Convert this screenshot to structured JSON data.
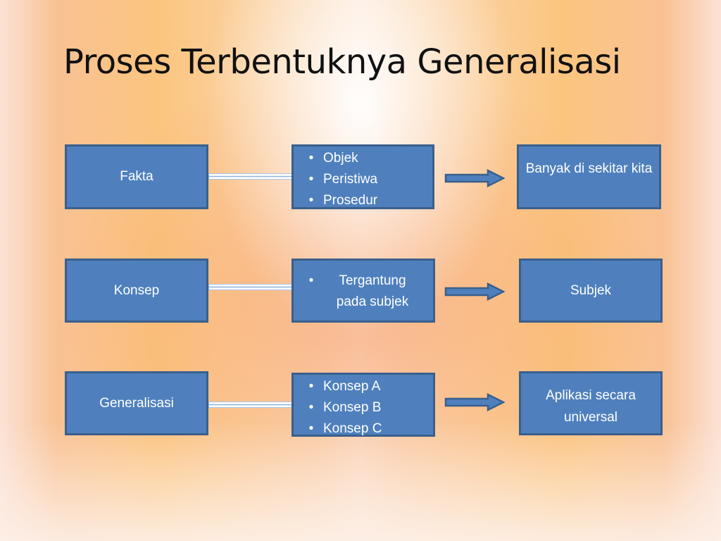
{
  "title": "Proses Terbentuknya Generalisasi",
  "rows": [
    {
      "source": "Fakta",
      "items": [
        "Objek",
        "Peristiwa",
        "Prosedur"
      ],
      "target": "Banyak di sekitar kita"
    },
    {
      "source": "Konsep",
      "items": [
        "Tergantung pada subjek"
      ],
      "target": "Subjek"
    },
    {
      "source": "Generalisasi",
      "items": [
        "Konsep A",
        "Konsep B",
        "Konsep C"
      ],
      "target": "Aplikasi secara universal"
    }
  ],
  "colors": {
    "box_fill": "#4f80bd",
    "box_border": "#3a5f8c",
    "connector": "#8fb1dc"
  },
  "bullet_glyph": "•"
}
